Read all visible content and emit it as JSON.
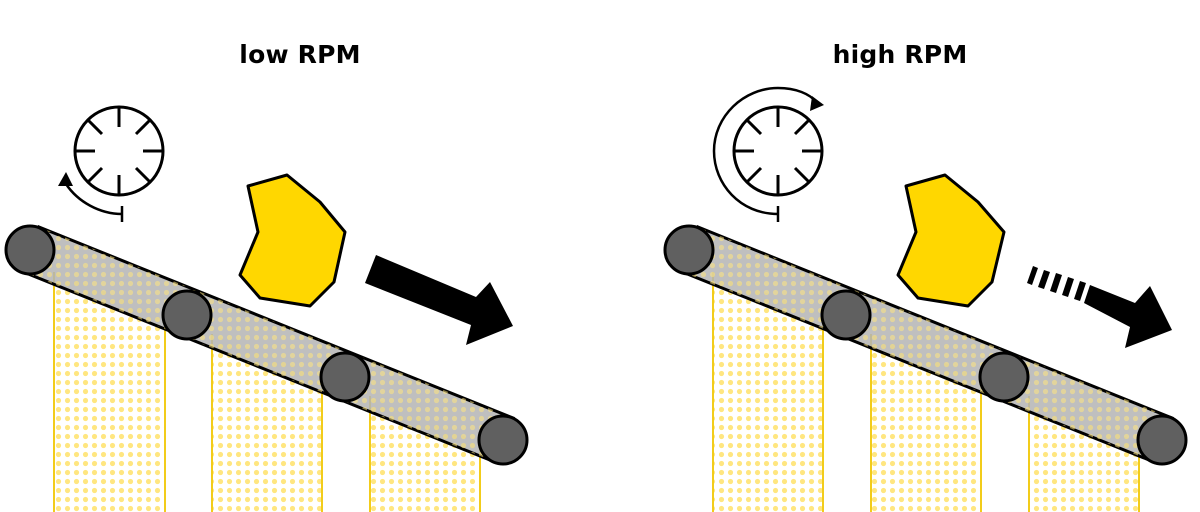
{
  "panels": [
    {
      "id": "low",
      "title": "low RPM",
      "rotation": "slow",
      "motion_marks": false
    },
    {
      "id": "high",
      "title": "high RPM",
      "rotation": "fast",
      "motion_marks": true
    }
  ],
  "colors": {
    "ore": "#FFD700",
    "roller": "#606060",
    "deck": "#B4B4B4",
    "screen_dots": "#FFE680",
    "screen_lines": "#F2CC1A",
    "arrow": "#000000",
    "outline": "#000000"
  },
  "icons": [
    "dial-icon",
    "rotation-arrow-icon",
    "direction-arrow-icon"
  ]
}
